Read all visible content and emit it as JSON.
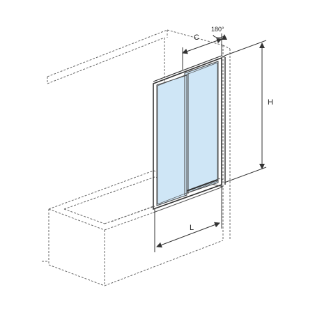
{
  "labels": {
    "rotation": "180°",
    "depth": "C",
    "height": "H",
    "width": "L"
  },
  "colors": {
    "line": "#555555",
    "glass": "#cfe6f6",
    "frame": "#444444",
    "background": "#ffffff"
  }
}
